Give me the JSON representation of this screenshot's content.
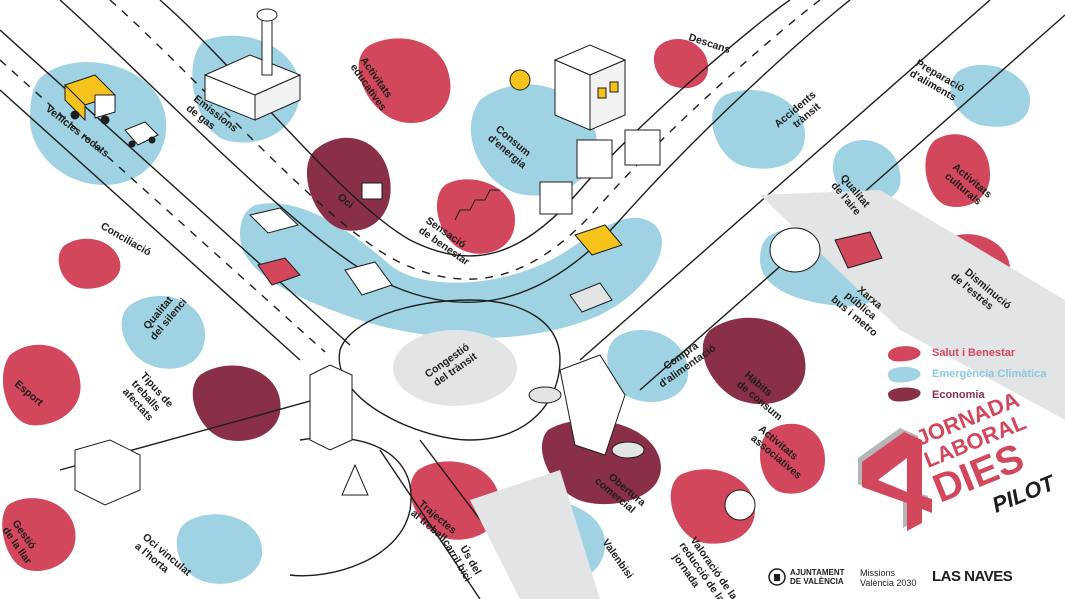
{
  "colors": {
    "salut": "#d3475c",
    "emergencia": "#9fd3e3",
    "economia": "#8a2f48",
    "road_outline": "#1d1d1b",
    "accent_yellow": "#f6c31c"
  },
  "map_labels": {
    "vehicles_rodats": "Vehicles rodats",
    "emissions": [
      "Emissions",
      "de gas"
    ],
    "activitats_educatives": [
      "Activitats",
      "educatives"
    ],
    "consum_energia": [
      "Consum",
      "d'energia"
    ],
    "descans": "Descans",
    "preparacio": [
      "Preparació",
      "d'aliments"
    ],
    "accidents": [
      "Accidents",
      "trànsit"
    ],
    "oci": "Oci",
    "sensacio": [
      "Sensació",
      "de benestar"
    ],
    "qualitat_aire": [
      "Qualitat",
      "de l'aire"
    ],
    "activitats_culturals": [
      "Activitats",
      "culturals"
    ],
    "conciliacio": "Conciliació",
    "xarxa_publica": [
      "Xarxa",
      "pública",
      "bus i metro"
    ],
    "disminucio": [
      "Disminució",
      "de l'estrès"
    ],
    "qualitat_silenci": [
      "Qualitat",
      "del silenci"
    ],
    "esport": "Esport",
    "tipus_treballs": [
      "Tipus de",
      "treballs",
      "afectats"
    ],
    "congestio": [
      "Congestió",
      "del trànsit"
    ],
    "compra": [
      "Compra",
      "d'alimentació"
    ],
    "habits": [
      "Hàbits",
      "de consum"
    ],
    "activitats_associatives": [
      "Activitats",
      "associatives"
    ],
    "obertura": [
      "Obertura",
      "comercial"
    ],
    "gestio": [
      "Gestió",
      "de la llar"
    ],
    "oci_vinculat": [
      "Oci vinculat",
      "a l'horta"
    ],
    "trajectes": [
      "Trajectes",
      "al treball"
    ],
    "us_carril": [
      "Ús del",
      "carril bici"
    ],
    "valenbisi": "Valenbisi",
    "valoracio": [
      "Valoració de la",
      "reducció de la",
      "jornada"
    ]
  },
  "legend": [
    {
      "label": "Salut i Benestar",
      "color": "#d3475c"
    },
    {
      "label": "Emergència Climàtica",
      "color": "#9fd3e3"
    },
    {
      "label": "Economia",
      "color": "#8a2f48"
    }
  ],
  "title": {
    "line1": "JORNADA",
    "line2": "LABORAL",
    "big_number": "4",
    "line3": "DIES",
    "line4": "PILOT"
  },
  "footer": {
    "ajuntament_line1": "AJUNTAMENT",
    "ajuntament_line2": "DE VALÈNCIA",
    "missions_line1": "Missions",
    "missions_line2": "València 2030",
    "las_naves": "LAS NAVES"
  }
}
